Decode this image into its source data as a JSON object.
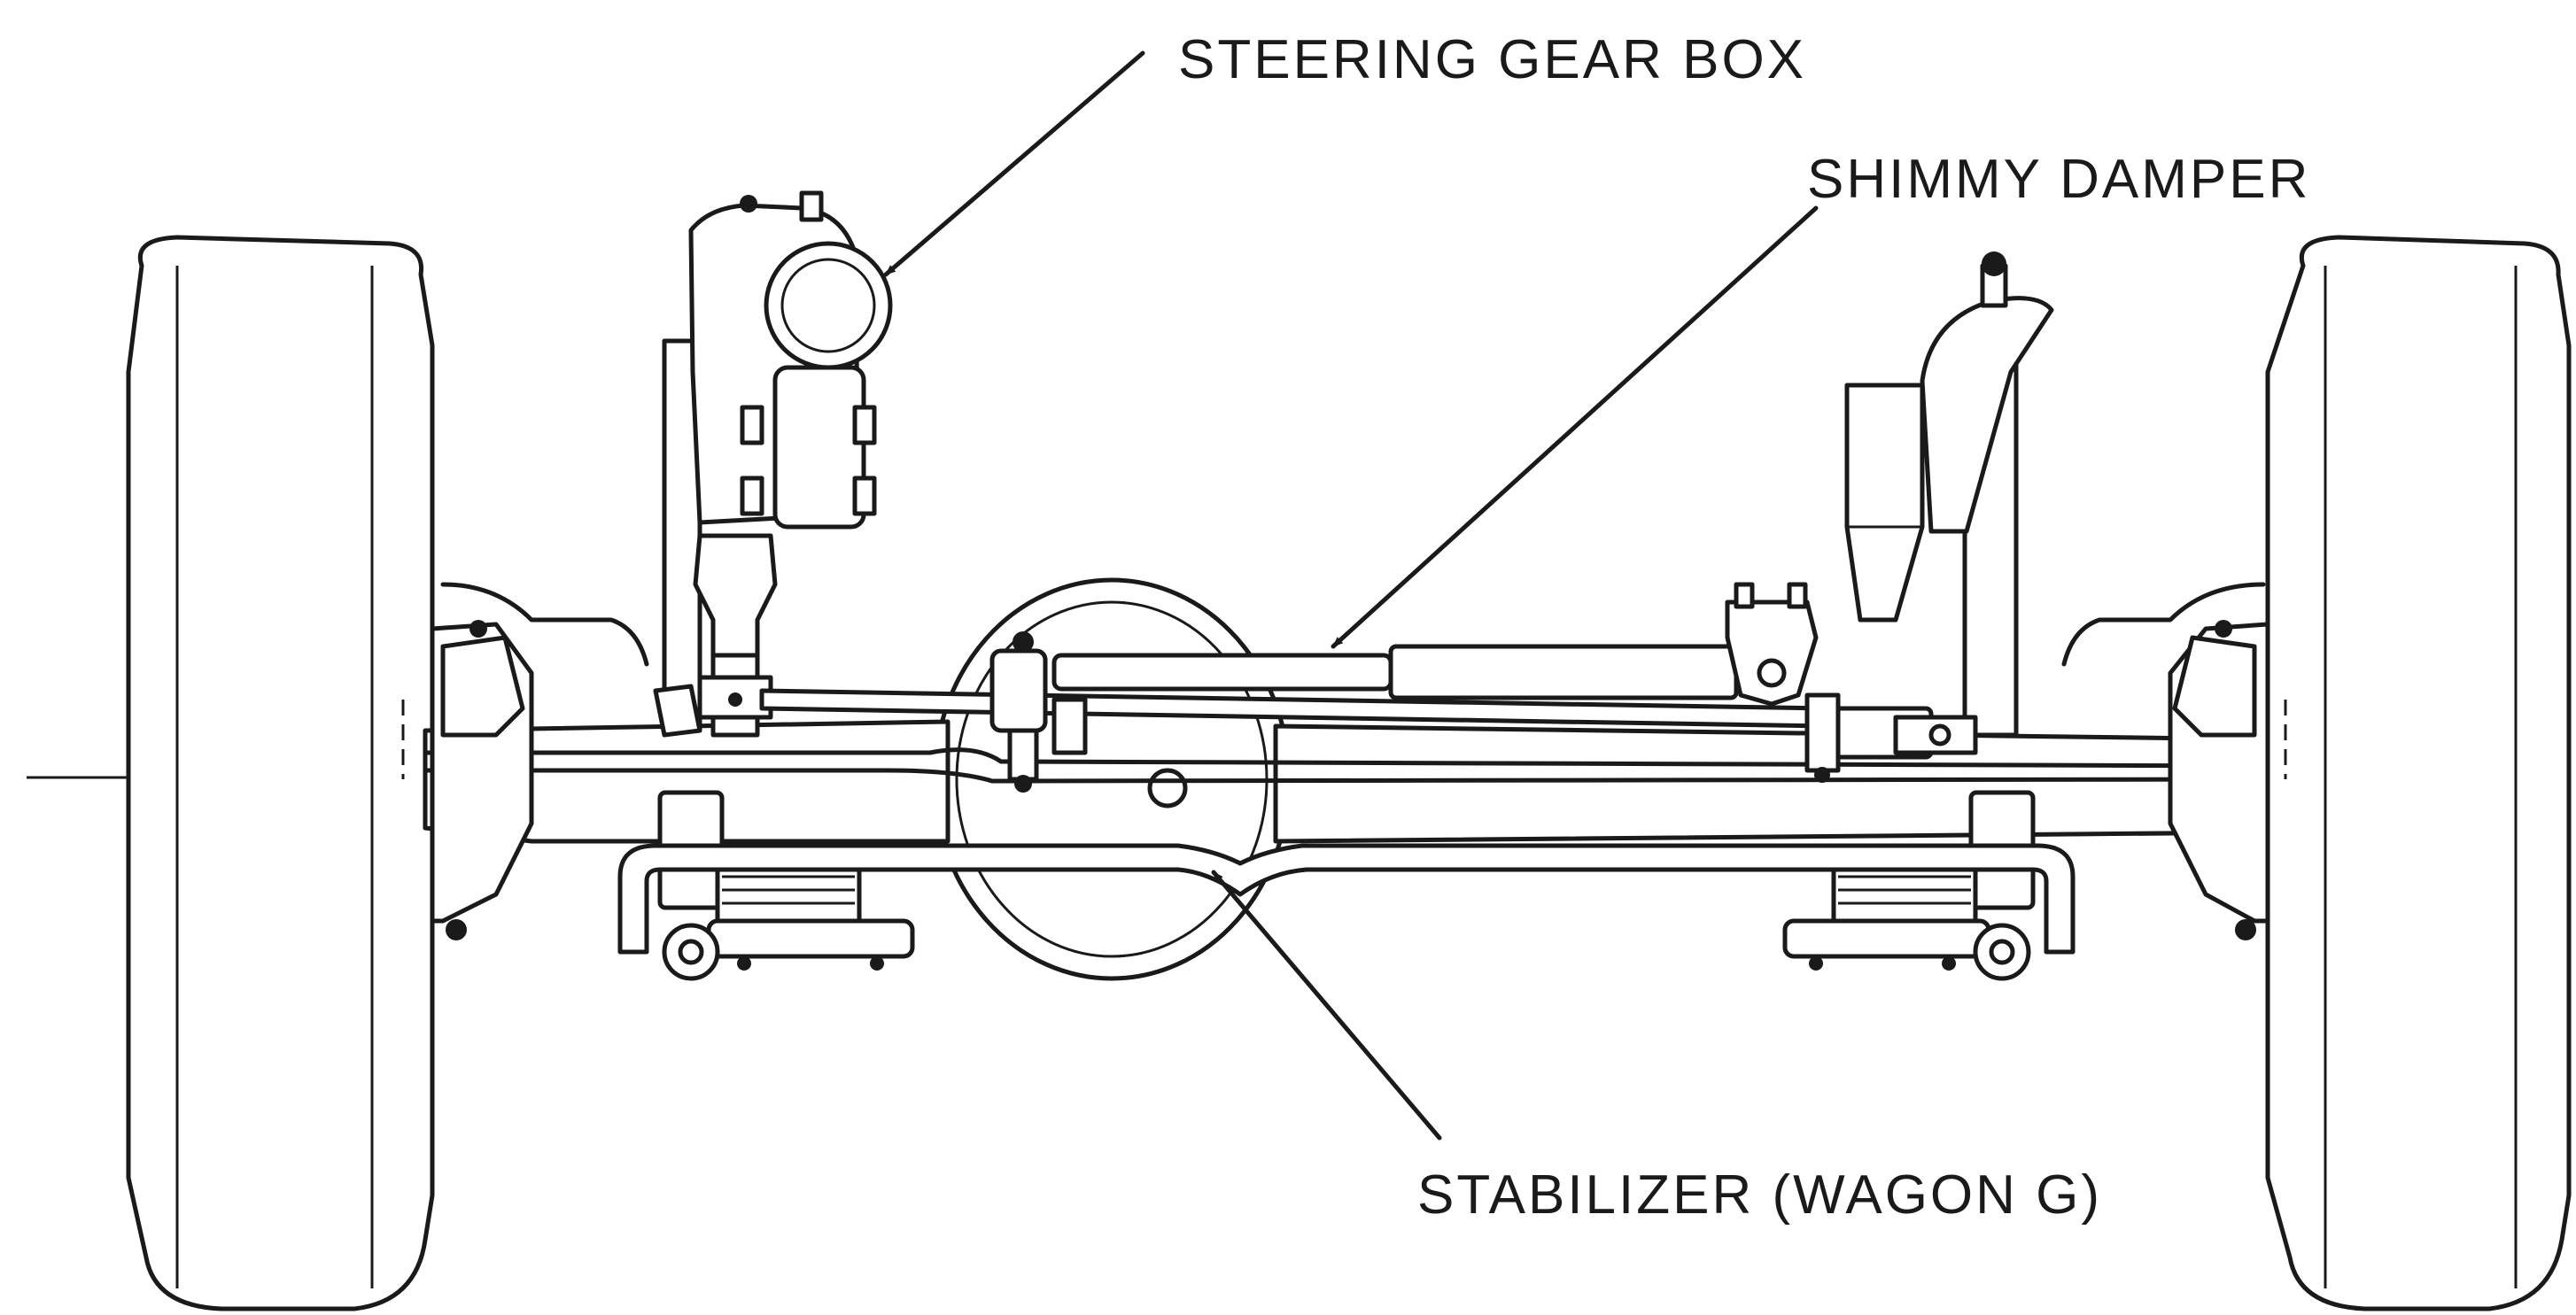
{
  "labels": {
    "steering_gear_box": "STEERING GEAR BOX",
    "shimmy_damper": "SHIMMY DAMPER",
    "stabilizer": "STABILIZER (WAGON G)"
  }
}
